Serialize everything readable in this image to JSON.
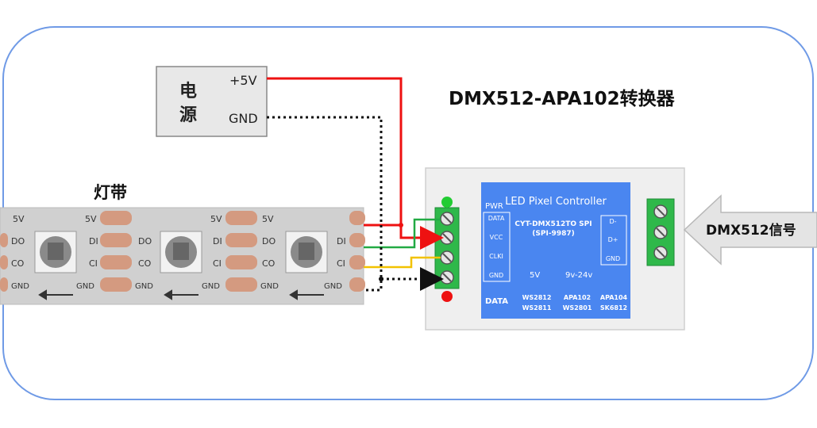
{
  "title": "DMX512-APA102转换器",
  "power": {
    "label_line1": "电",
    "label_line2": "源",
    "plus": "+5V",
    "gnd": "GND"
  },
  "strip": {
    "label": "灯带",
    "pad_5v": "5V",
    "pad_do": "DO",
    "pad_di": "DI",
    "pad_co": "CO",
    "pad_ci": "CI",
    "pad_gnd": "GND"
  },
  "controller": {
    "title": "LED Pixel Controller",
    "model": "CYT-DMX512TO SPI",
    "model_sub": "(SPI-9987)",
    "left_pins": [
      "DATA",
      "VCC",
      "CLKI",
      "GND"
    ],
    "pwr": "PWR",
    "data": "DATA",
    "v5": "5V",
    "v9_24": "9v-24v",
    "right_pins": [
      "D-",
      "D+",
      "GND"
    ],
    "chips": [
      "WS2812",
      "WS2811",
      "APA102",
      "WS2801",
      "APA104",
      "SK6812"
    ]
  },
  "dmx_signal": "DMX512信号",
  "colors": {
    "frame": "#6f9ae6",
    "panel": "#4a86f0",
    "red_wire": "#ee1111",
    "green_wire": "#22aa44",
    "yellow_wire": "#f2c200",
    "terminal": "#2fb84a",
    "strip_bg": "#d0d0d0",
    "pad": "#d49a80"
  }
}
